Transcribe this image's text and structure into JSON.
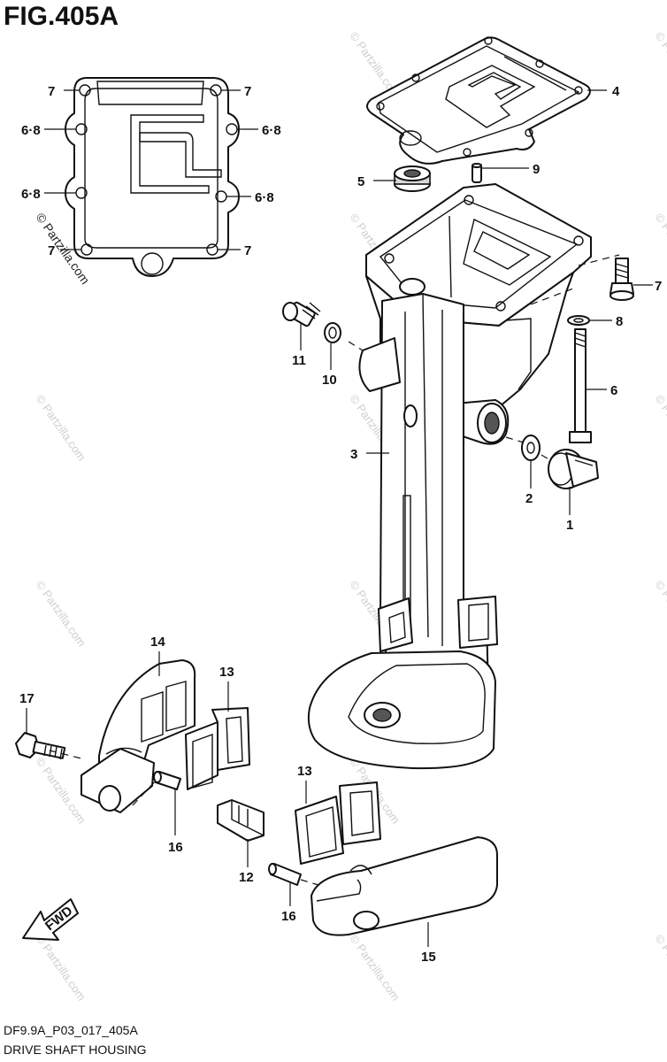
{
  "figure": {
    "title": "FIG.405A",
    "code": "DF9.9A_P03_017_405A",
    "caption": "DRIVE SHAFT HOUSING"
  },
  "watermark": {
    "text": "© Partzilla.com",
    "dark_text": "© Partzilla.com"
  },
  "callouts": {
    "c1": "1",
    "c2": "2",
    "c3": "3",
    "c4": "4",
    "c5": "5",
    "c6": "6",
    "c7": "7",
    "c8": "8",
    "c9": "9",
    "c10": "10",
    "c11": "11",
    "c12": "12",
    "c13a": "13",
    "c13b": "13",
    "c14": "14",
    "c15": "15",
    "c16a": "16",
    "c16b": "16",
    "c17": "17",
    "g7a": "7",
    "g7b": "7",
    "g68a": "6·8",
    "g68b": "6·8",
    "g68c": "6·8",
    "g68d": "6·8",
    "g7c": "7",
    "g7d": "7"
  },
  "fwd_arrow": {
    "label": "FWD"
  }
}
